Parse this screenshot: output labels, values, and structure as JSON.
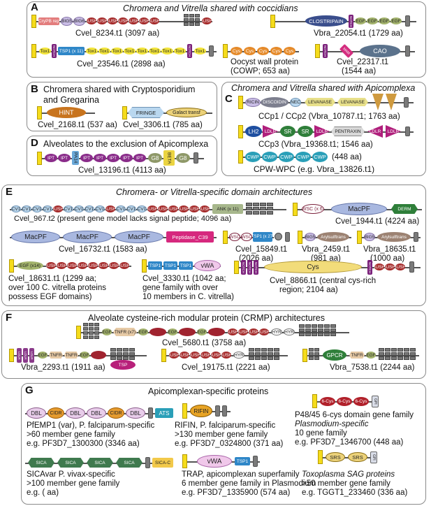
{
  "colors": {
    "signal_peptide": "#f5dc1c",
    "sushi": "#a52a2a",
    "egf": "#a3b36c",
    "cys": "#e58a2a",
    "panel_border": "#8a8a8a"
  },
  "panelA": {
    "label": "A",
    "title": "Chromera and Vitrella shared with coccidians",
    "captions": [
      "Cvel_8234.t1 (3097 aa)",
      "Vbra_22054.t1 (1729 aa)",
      "Cvel_23546.t1 (2898 aa)",
      "Oocyst wall protein",
      "(COWP; 653 aa)",
      "Cvel_22317.t1",
      "(1544 aa)"
    ],
    "domains": {
      "cryptb": "CryPB rep",
      "big5": "BIG5",
      "big6": "BIG6",
      "sushi": "SUSHI",
      "clostripain": "CLOSTRIPAIN",
      "notch": "NOTCH",
      "egf": "EGF",
      "tox1": "Tox1",
      "tsp1": "TSP1 (x 11)",
      "cys": "Cys",
      "mam": "MAM",
      "cao": "CAO"
    }
  },
  "panelB": {
    "label": "B",
    "title1": "Chromera shared with Cryptosporidium",
    "title2": "and Gregarina",
    "captions": [
      "Cvel_2168.t1 (537 aa)",
      "Cvel_3306.t1 (785 aa)"
    ],
    "domains": {
      "hint": "HINT",
      "fringe": "FRINGE",
      "galact": "Galact transf"
    }
  },
  "panelC": {
    "label": "C",
    "title": "Chromera and Vitrella shared with Apicomplexa",
    "captions": [
      "CCp1 / CCp2 (Vbra_10787.t1; 1763 aa)",
      "CCp3 (Vbra_19368.t1; 1546 aa)",
      "(448 aa)",
      "CPW-WPC (e.g. Vbra_13826.t1)"
    ],
    "domains": {
      "ricin": "RICIN",
      "discoidin": "DISCOIDIN",
      "nec": "NEC",
      "levanase": "LEVANASE",
      "ldlr": "LDLR",
      "lh2": "LH2",
      "sr": "SR",
      "pentraxin": "PENTRAXIN",
      "cwp": "CWP"
    }
  },
  "panelD": {
    "label": "D",
    "title": "Alveolates to the exclusion of Apicomplexa",
    "caption": "Cvel_13196.t1 (4113 aa)",
    "domains": {
      "ipt": "IPT",
      "pa14": "PA14",
      "beta": "BETA",
      "g8": "G8"
    }
  },
  "panelE": {
    "label": "E",
    "title": "Chromera- or Vitrella-specific domain architectures",
    "captions": [
      "Cvel_967.t2 (present gene model lacks signal peptide; 4096 aa)",
      "Cvel_1944.t1 (4224 aa)",
      "Cvel_16732.t1 (1583 aa)",
      "Cvel_15849.t1",
      "(2026 aa)",
      "Vbra_2459.t1",
      "(981 aa)",
      "Vbra_18635.t1",
      "(1000 aa)",
      "Cvel_18631.t1 (1299 aa;",
      "over 100 C. vitrella proteins",
      "possess EGF domains)",
      "Cvel_3330.t1 (1042 aa;",
      "gene family with over",
      "10 members in C. vitrella)",
      "Cvel_8866.t1 (central cys-rich",
      "region; 2104 aa)"
    ],
    "domains": {
      "cv1": "CV1",
      "anc": "ANK (x 11)",
      "wsc6": "WSC (x 6)",
      "macpf": "MacPF",
      "derm": "DERM",
      "peptidase": "Peptidase_C39",
      "wsc": "WSC",
      "tsp27": "TSP1 (x 27)",
      "big5": "BIG5",
      "arylsulf": "Arylsulftrans",
      "egf14": "EGF (x14)",
      "tsp1": "TSP1",
      "vwa": "vWA",
      "cys": "Cys"
    }
  },
  "panelF": {
    "label": "F",
    "title": "Alveolate cysteine-rich modular protein (CRMP) architectures",
    "captions": [
      "Cvel_5680.t1 (3758 aa)",
      "Vbra_2293.t1 (1911 aa)",
      "Cvel_19175.t1 (2221 aa)",
      "Vbra_7538.t1 (2244 aa)"
    ],
    "domains": {
      "tnfr7": "TNFR (x7)",
      "egf": "EGF",
      "tnfr": "TNFR",
      "hyr": "HYR",
      "gpcr": "GPCR",
      "tsp": "TSP"
    }
  },
  "panelG": {
    "label": "G",
    "title": "Apicomplexan-specific proteins",
    "captions": [
      "PfEMP1 (var), P. falciparum-specific",
      ">60 member gene family",
      "e.g. PF3D7_1300300 (3346 aa)",
      "RIFIN, P. falciparum-specific",
      ">130 member gene family",
      "e.g. PF3D7_0324800 (371 aa)",
      "P48/45 6-cys domain gene family",
      "Plasmodium-specific",
      "10 gene family",
      "e.g. PF3D7_1346700 (448 aa)",
      "SICAvar P. vivax-specific",
      ">100 member gene family",
      "e.g. (  aa)",
      "TRAP, apicomplexan superfamily",
      "6 member gene family in Plasmodium",
      "e.g. PF3D7_1335900  (574 aa)",
      "Toxoplasma SAG proteins",
      ">50 member gene family",
      "e.g. TGGT1_233460 (336 aa)"
    ],
    "domains": {
      "dbl": "DBL",
      "cidr": "CIDR",
      "ats": "ATS",
      "rifin": "RIFIN",
      "sixcys": "6-Cys",
      "sica": "SICA",
      "sicac": "SICA-C",
      "vwa": "vWA",
      "tsp1": "TSP1",
      "srs": "SRS",
      "gpi": "GPI"
    }
  }
}
